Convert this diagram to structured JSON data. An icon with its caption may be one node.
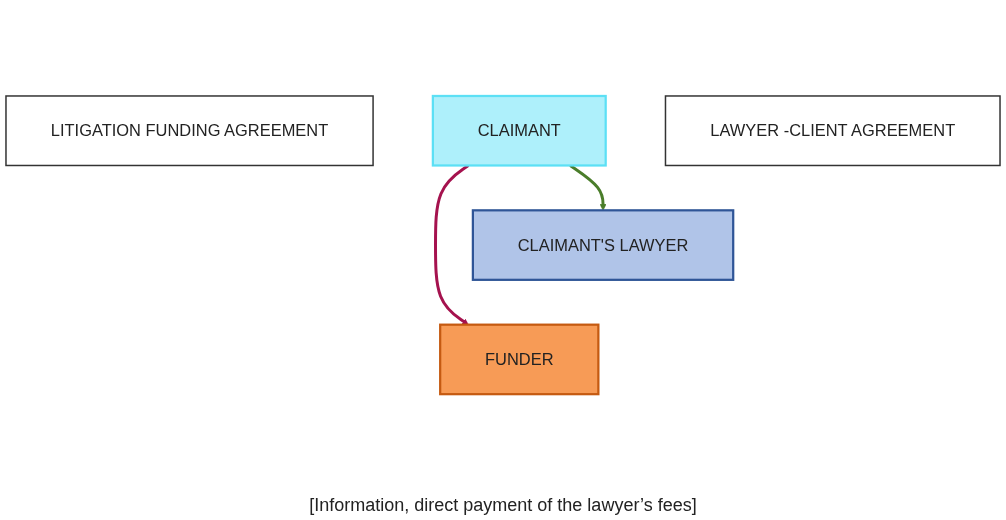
{
  "diagram": {
    "nodes": [
      {
        "text": [
          "CLAIMANT"
        ]
      },
      {
        "text": [
          "CLAIMANT'S LAWYER"
        ]
      },
      {
        "text": [
          "FUNDER"
        ]
      },
      {
        "text": [
          "LITIGATION FUNDING AGREEMENT"
        ]
      },
      {
        "text": [
          "LAWYER -CLIENT AGREEMENT"
        ]
      }
    ],
    "edges": [
      {
        "from": 0,
        "to": 2,
        "arrow": "to",
        "color": "#a5124e"
      },
      {
        "from": 0,
        "to": 1,
        "arrow": "to",
        "color": "#4a7d2a"
      }
    ],
    "labels": [
      "[Information, direct payment of the lawyer’s fees]"
    ]
  }
}
